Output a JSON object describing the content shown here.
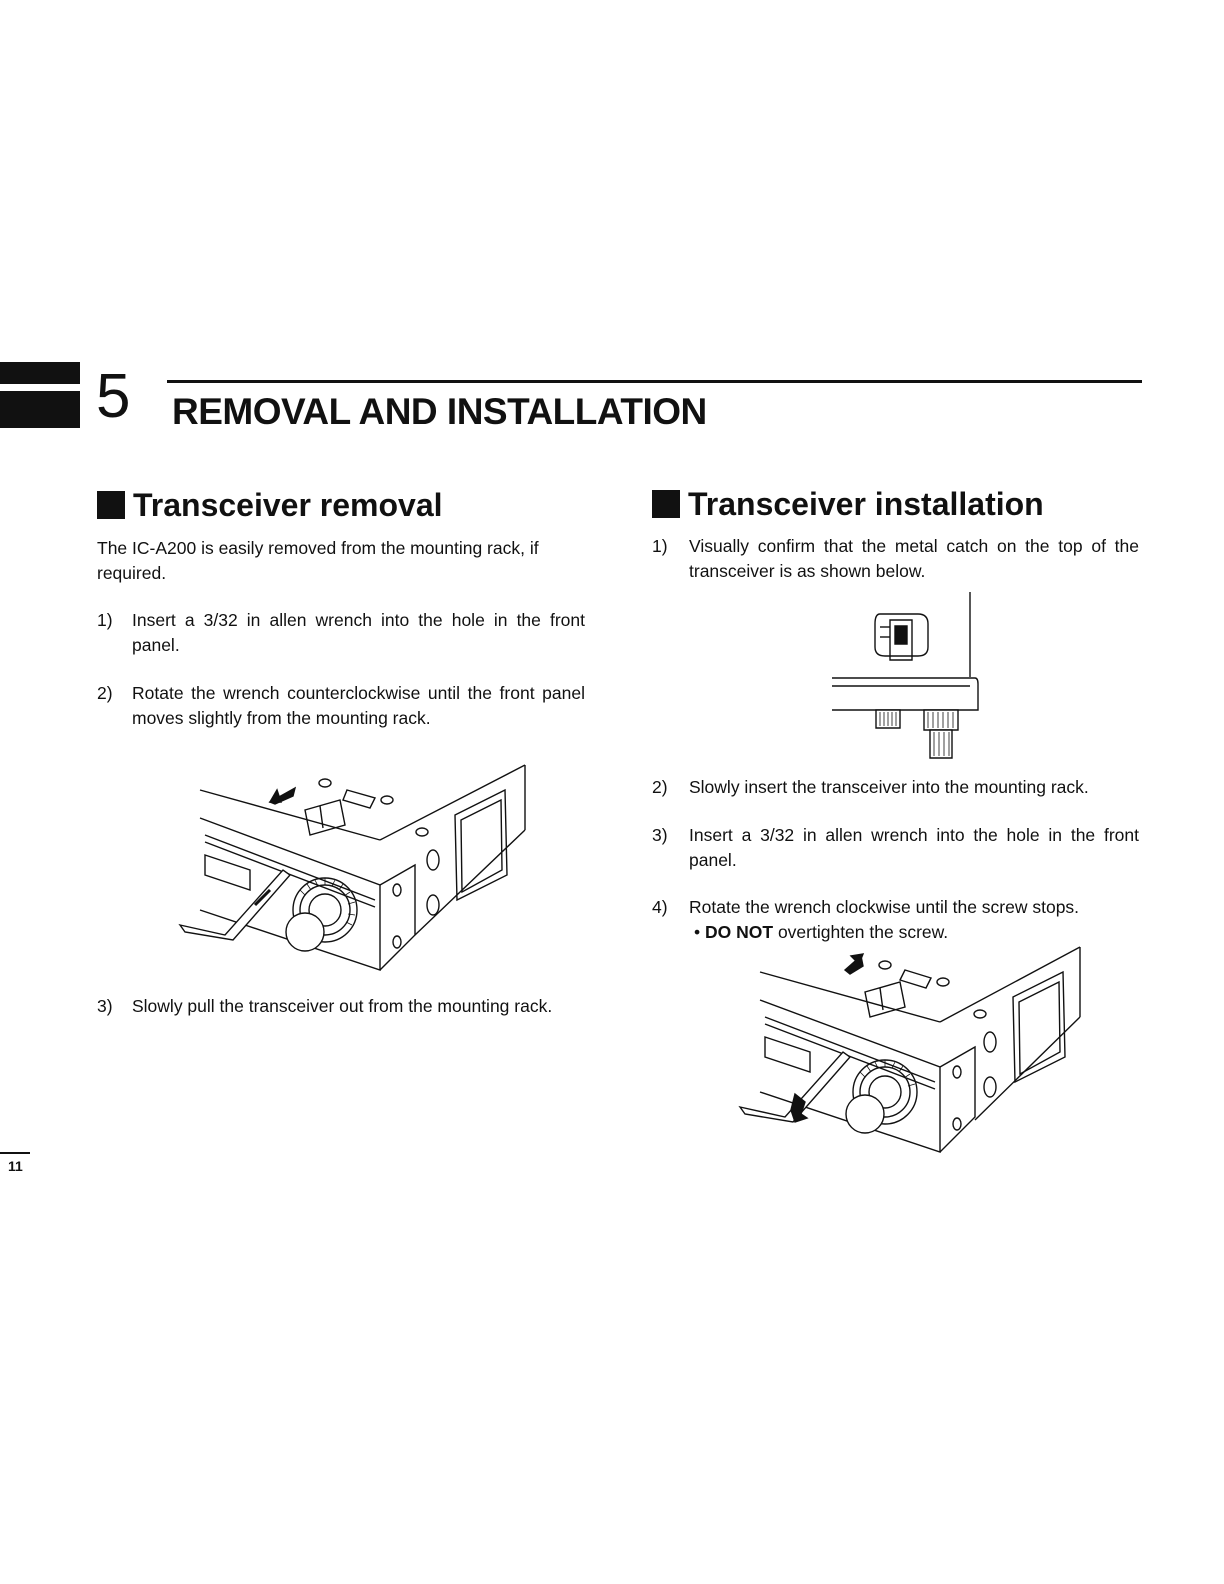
{
  "chapter": {
    "number": "5",
    "title": "REMOVAL AND INSTALLATION"
  },
  "removal": {
    "heading": "Transceiver removal",
    "intro": "The IC-A200 is easily removed from the mounting rack, if required.",
    "steps": [
      {
        "num": "1)",
        "text": "Insert a 3/32 in allen wrench into the hole in the front panel."
      },
      {
        "num": "2)",
        "text": "Rotate the wrench counterclockwise until the front panel moves slightly from the mounting rack."
      },
      {
        "num": "3)",
        "text": "Slowly pull the transceiver out from the mounting rack."
      }
    ]
  },
  "installation": {
    "heading": "Transceiver installation",
    "steps": [
      {
        "num": "1)",
        "text": "Visually confirm that the metal catch on the top of the transceiver is as shown below."
      },
      {
        "num": "2)",
        "text": "Slowly insert the transceiver into the mounting rack."
      },
      {
        "num": "3)",
        "text": "Insert a 3/32 in allen wrench into the hole in the front panel."
      },
      {
        "num": "4)",
        "text": "Rotate the wrench clockwise until the screw stops."
      }
    ],
    "note_bold": "DO NOT",
    "note_rest": " overtighten the screw.",
    "note_bullet": "•"
  },
  "page_number": "11"
}
